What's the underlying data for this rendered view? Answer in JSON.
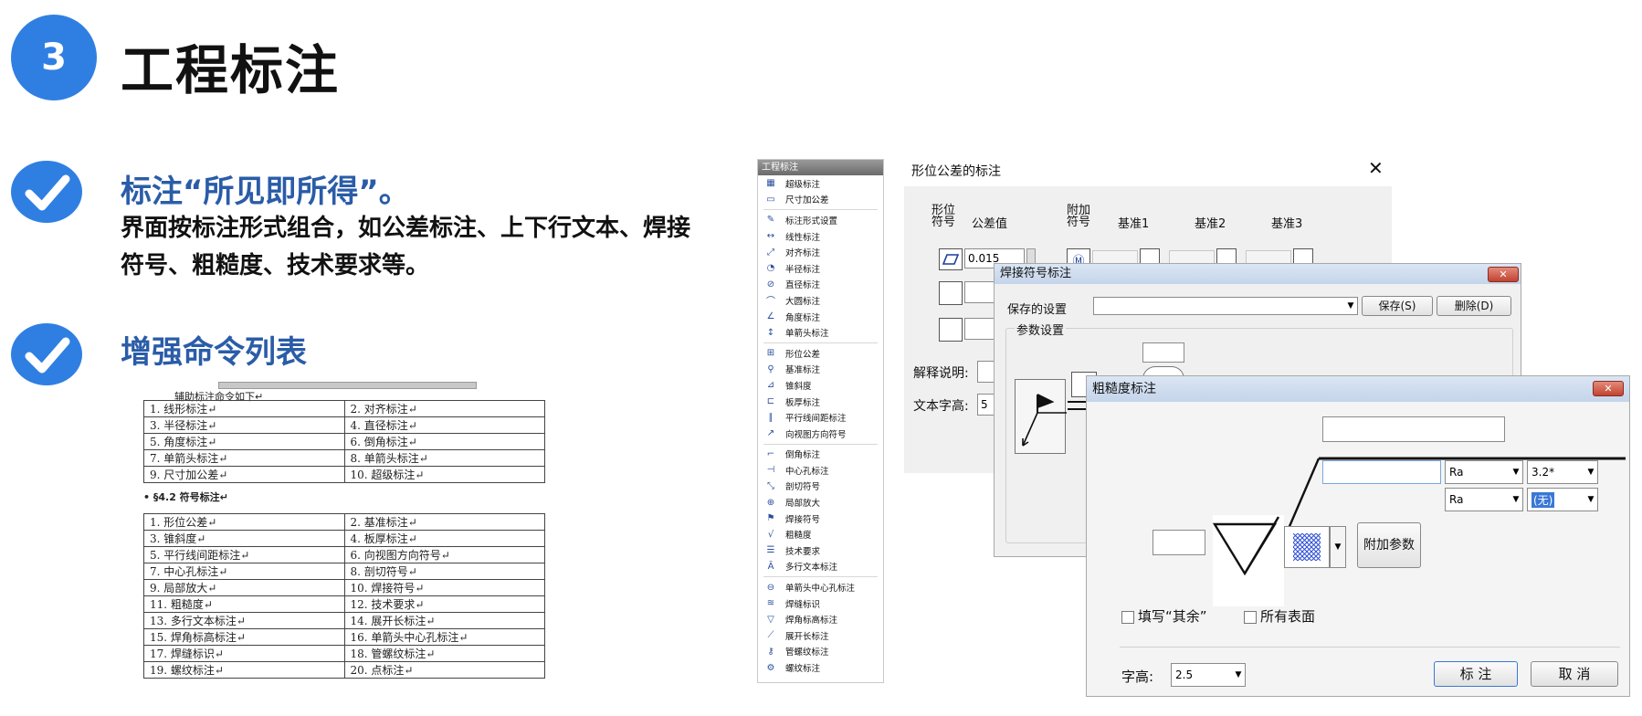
{
  "header": {
    "number": "3",
    "title": "工程标注"
  },
  "bullets": [
    {
      "title": "标注“所见即所得”。",
      "body": "界面按标注形式组合，如公差标注、上下行文本、焊接符号、粗糙度、技术要求等。"
    },
    {
      "title": "增强命令列表"
    }
  ],
  "doc": {
    "caption": "辅助标注命令如下↵",
    "table1": [
      [
        "1.  线形标注↵",
        "2.  对齐标注↵"
      ],
      [
        "3.  半径标注↵",
        "4.  直径标注↵"
      ],
      [
        "5.  角度标注↵",
        "6.  倒角标注↵"
      ],
      [
        "7.  单箭头标注↵",
        "8.  单箭头标注↵"
      ],
      [
        "9.  尺寸加公差↵",
        "10. 超级标注↵"
      ]
    ],
    "section": "• §4.2      符号标注↵",
    "table2": [
      [
        "1.  形位公差↵",
        "2.  基准标注↵"
      ],
      [
        "3.  锥斜度↵",
        "4.  板厚标注↵"
      ],
      [
        "5.  平行线间距标注↵",
        "6.  向视图方向符号↵"
      ],
      [
        "7.  中心孔标注↵",
        "8.  剖切符号↵"
      ],
      [
        "9.  局部放大↵",
        "10. 焊接符号↵"
      ],
      [
        "11. 粗糙度↵",
        "12. 技术要求↵"
      ],
      [
        "13. 多行文本标注↵",
        "14. 展开长标注↵"
      ],
      [
        "15. 焊角标高标注↵",
        "16. 单箭头中心孔标注↵"
      ],
      [
        "17. 焊缝标识↵",
        "18. 管螺纹标注↵"
      ],
      [
        "19. 螺纹标注↵",
        "20. 点标注↵"
      ]
    ]
  },
  "toolbar": {
    "title": "工程标注",
    "groups": [
      [
        {
          "icon": "▦",
          "label": "超级标注"
        },
        {
          "icon": "▭",
          "label": "尺寸加公差"
        }
      ],
      [
        {
          "icon": "✎",
          "label": "标注形式设置"
        },
        {
          "icon": "↔",
          "label": "线性标注"
        },
        {
          "icon": "⤢",
          "label": "对齐标注"
        },
        {
          "icon": "◔",
          "label": "半径标注"
        },
        {
          "icon": "⊘",
          "label": "直径标注"
        },
        {
          "icon": "⌒",
          "label": "大圆标注"
        },
        {
          "icon": "∠",
          "label": "角度标注"
        },
        {
          "icon": "↕",
          "label": "单箭头标注"
        }
      ],
      [
        {
          "icon": "⊞",
          "label": "形位公差"
        },
        {
          "icon": "⚲",
          "label": "基准标注"
        },
        {
          "icon": "⊿",
          "label": "锥斜度"
        },
        {
          "icon": "⊏",
          "label": "板厚标注"
        },
        {
          "icon": "∥",
          "label": "平行线间距标注"
        },
        {
          "icon": "↗",
          "label": "向视图方向符号"
        }
      ],
      [
        {
          "icon": "⌐",
          "label": "倒角标注"
        },
        {
          "icon": "⊣",
          "label": "中心孔标注"
        },
        {
          "icon": "⤡",
          "label": "剖切符号"
        },
        {
          "icon": "⊕",
          "label": "局部放大"
        },
        {
          "icon": "⚑",
          "label": "焊接符号"
        },
        {
          "icon": "√",
          "label": "粗糙度"
        },
        {
          "icon": "☰",
          "label": "技术要求"
        },
        {
          "icon": "Ā",
          "label": "多行文本标注"
        }
      ],
      [
        {
          "icon": "⊖",
          "label": "单箭头中心孔标注"
        },
        {
          "icon": "≋",
          "label": "焊缝标识"
        },
        {
          "icon": "▽",
          "label": "焊角标高标注"
        },
        {
          "icon": "⟋",
          "label": "展开长标注"
        },
        {
          "icon": "⚷",
          "label": "管螺纹标注"
        },
        {
          "icon": "⚙",
          "label": "螺纹标注"
        }
      ]
    ]
  },
  "tolerance_dialog": {
    "title": "形位公差的标注",
    "h_shape": "形位\n符号",
    "h_tol": "公差值",
    "h_extra": "附加\n符号",
    "h_datum1": "基准1",
    "h_datum2": "基准2",
    "h_datum3": "基准3",
    "tol_value": "0.015",
    "explain_label": "解释说明:",
    "text_height_label": "文本字高:",
    "text_height_value": "5"
  },
  "weld_dialog": {
    "title": "焊接符号标注",
    "saved_label": "保存的设置",
    "save_btn": "保存(S)",
    "delete_btn": "删除(D)",
    "params_label": "参数设置"
  },
  "rough_dialog": {
    "title": "粗糙度标注",
    "param1": "Ra",
    "value1": "3.2*",
    "param2": "Ra",
    "value2": "(无)",
    "extra_btn": "附加参数",
    "fill_rest": "填写“其余”",
    "all_surfaces": "所有表面",
    "font_height_label": "字高:",
    "font_height_value": "2.5",
    "ok_btn": "标 注",
    "cancel_btn": "取 消"
  }
}
